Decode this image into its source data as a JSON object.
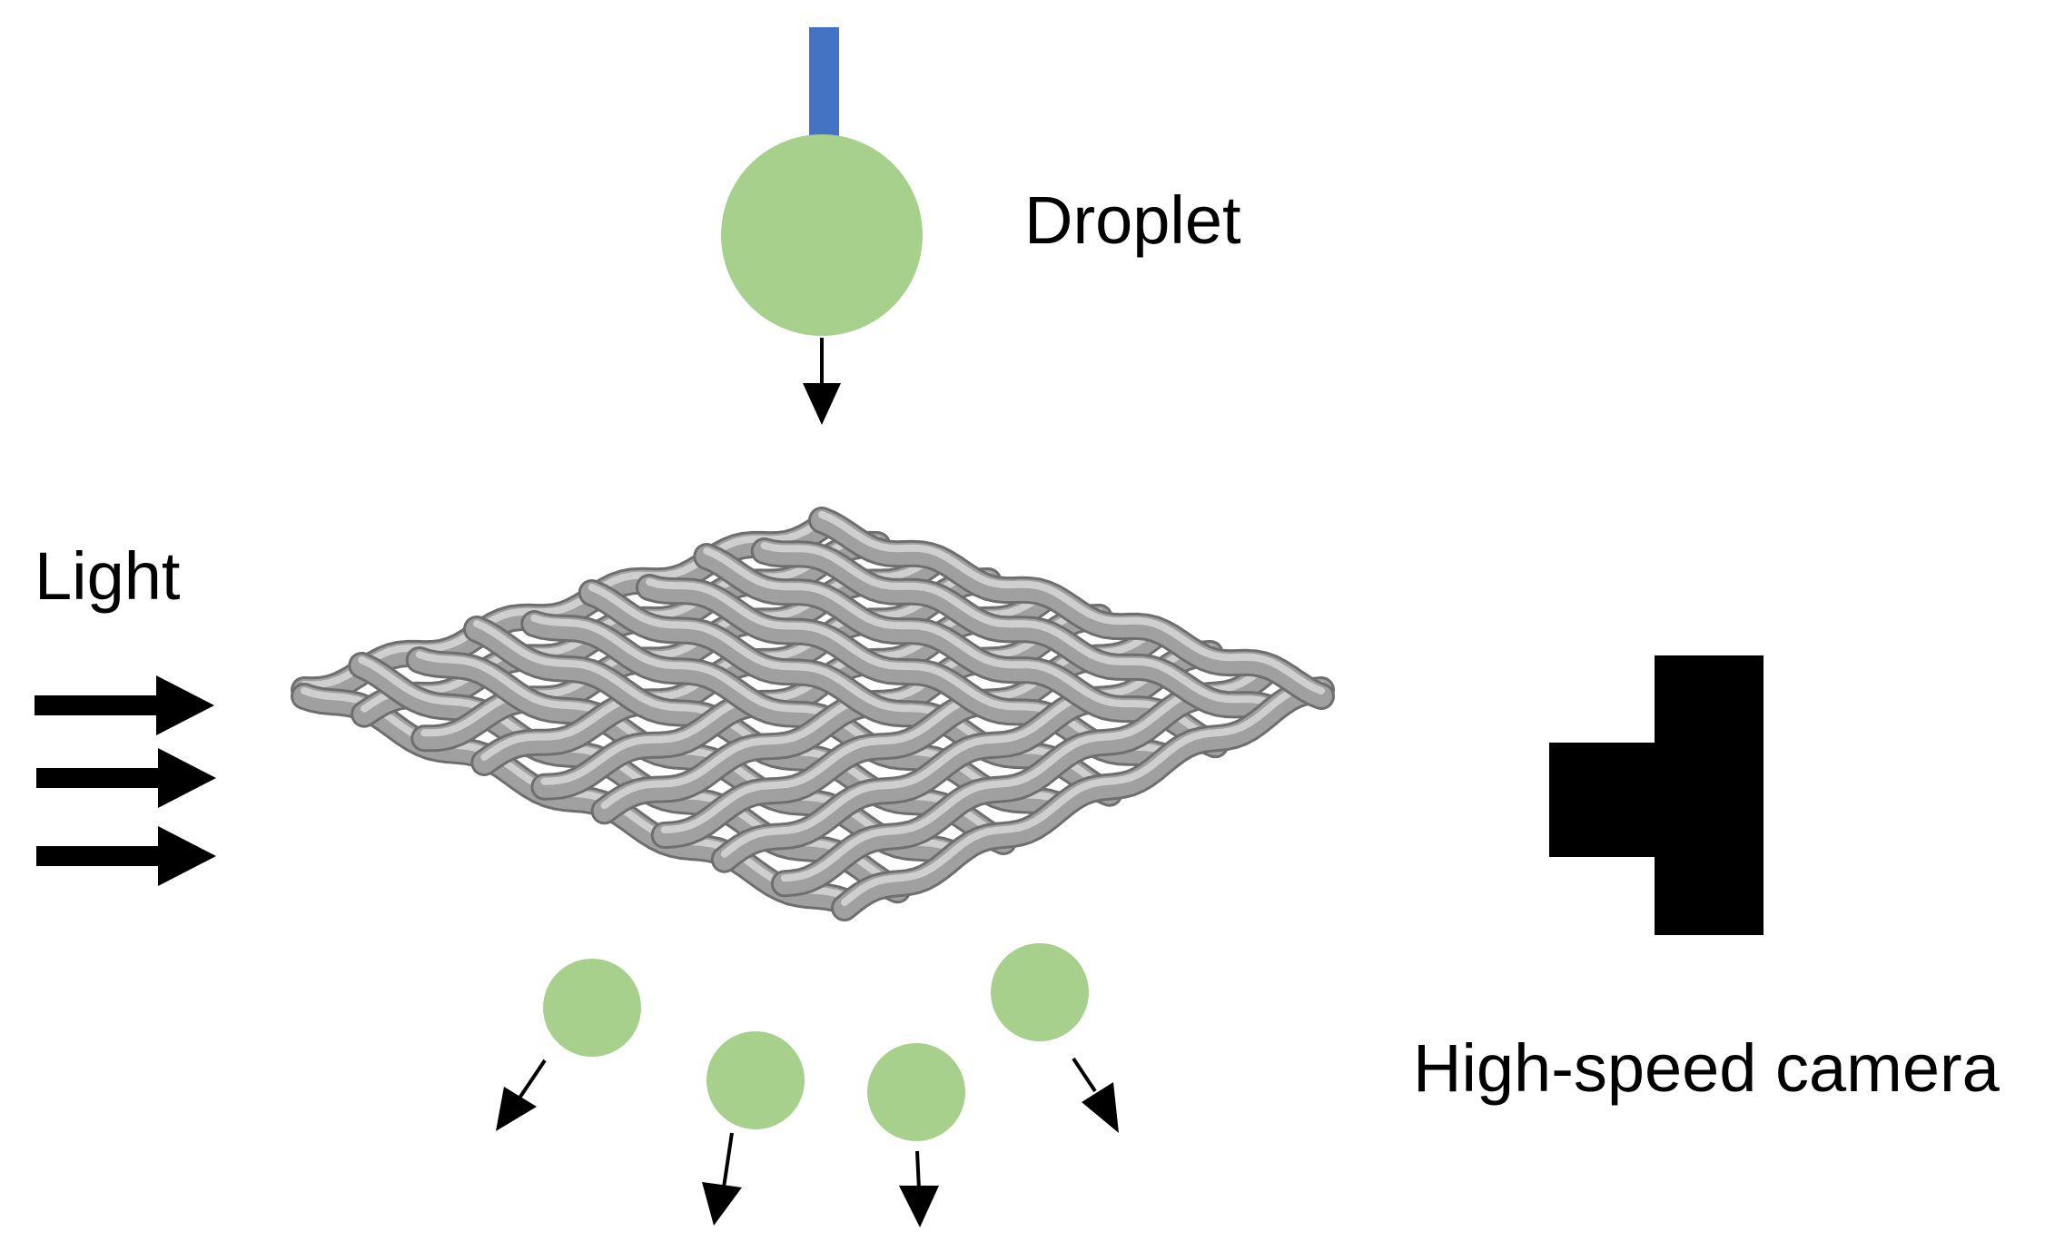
{
  "labels": {
    "droplet": "Droplet",
    "light": "Light",
    "camera": "High-speed camera"
  },
  "colors": {
    "droplet": "#a6d08c",
    "needle": "#4472c4",
    "mesh_fiber": "#9a9a9a",
    "mesh_highlight": "#c8c8c8",
    "mesh_shadow": "#6e6e6e",
    "camera": "#000000",
    "arrow": "#000000",
    "background": "#ffffff"
  },
  "icons": {
    "needle": "needle-icon",
    "mesh": "woven-mesh-icon",
    "camera": "camera-icon",
    "light_arrows": "arrow-right-icon"
  }
}
